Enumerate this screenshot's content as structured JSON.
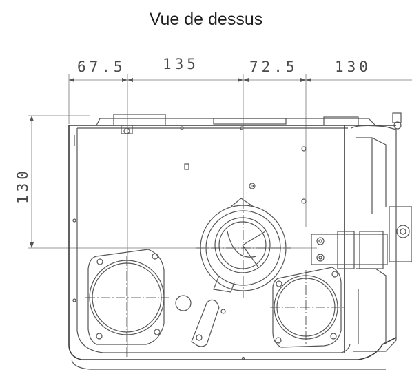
{
  "title": "Vue de dessus",
  "dimensions": {
    "d1": "67.5",
    "d2": "135",
    "d3": "72.5",
    "d4": "130",
    "vertical": "130"
  }
}
